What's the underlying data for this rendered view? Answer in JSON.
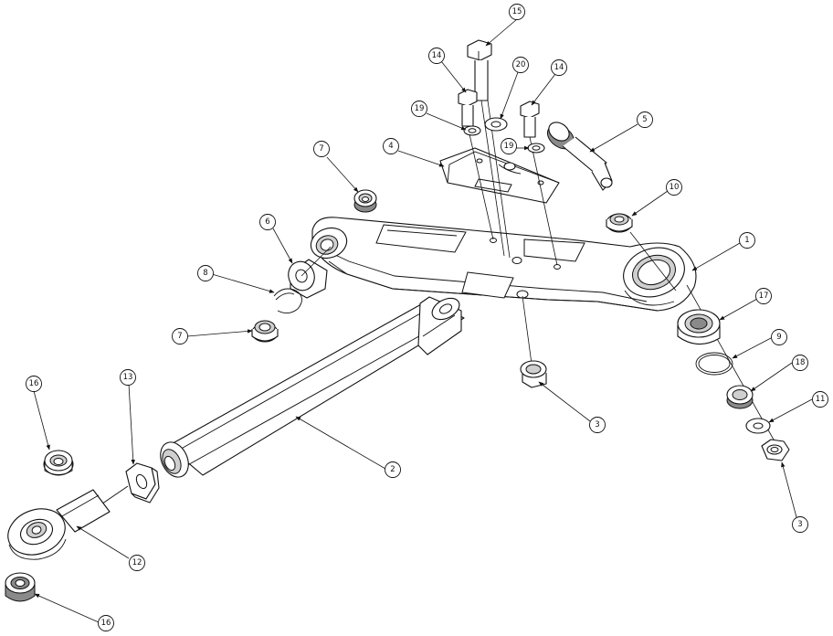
{
  "balloons": [
    {
      "id": "b15",
      "label": "15"
    },
    {
      "id": "b14a",
      "label": "14"
    },
    {
      "id": "b20",
      "label": "20"
    },
    {
      "id": "b14b",
      "label": "14"
    },
    {
      "id": "b19a",
      "label": "19"
    },
    {
      "id": "b19b",
      "label": "19"
    },
    {
      "id": "b5",
      "label": "5"
    },
    {
      "id": "b4",
      "label": "4"
    },
    {
      "id": "b7a",
      "label": "7"
    },
    {
      "id": "b10",
      "label": "10"
    },
    {
      "id": "b6",
      "label": "6"
    },
    {
      "id": "b1",
      "label": "1"
    },
    {
      "id": "b8",
      "label": "8"
    },
    {
      "id": "b17",
      "label": "17"
    },
    {
      "id": "b7b",
      "label": "7"
    },
    {
      "id": "b9",
      "label": "9"
    },
    {
      "id": "b18",
      "label": "18"
    },
    {
      "id": "b13",
      "label": "13"
    },
    {
      "id": "b16a",
      "label": "16"
    },
    {
      "id": "b11",
      "label": "11"
    },
    {
      "id": "b3a",
      "label": "3"
    },
    {
      "id": "b2",
      "label": "2"
    },
    {
      "id": "b3b",
      "label": "3"
    },
    {
      "id": "b12",
      "label": "12"
    },
    {
      "id": "b16b",
      "label": "16"
    }
  ]
}
